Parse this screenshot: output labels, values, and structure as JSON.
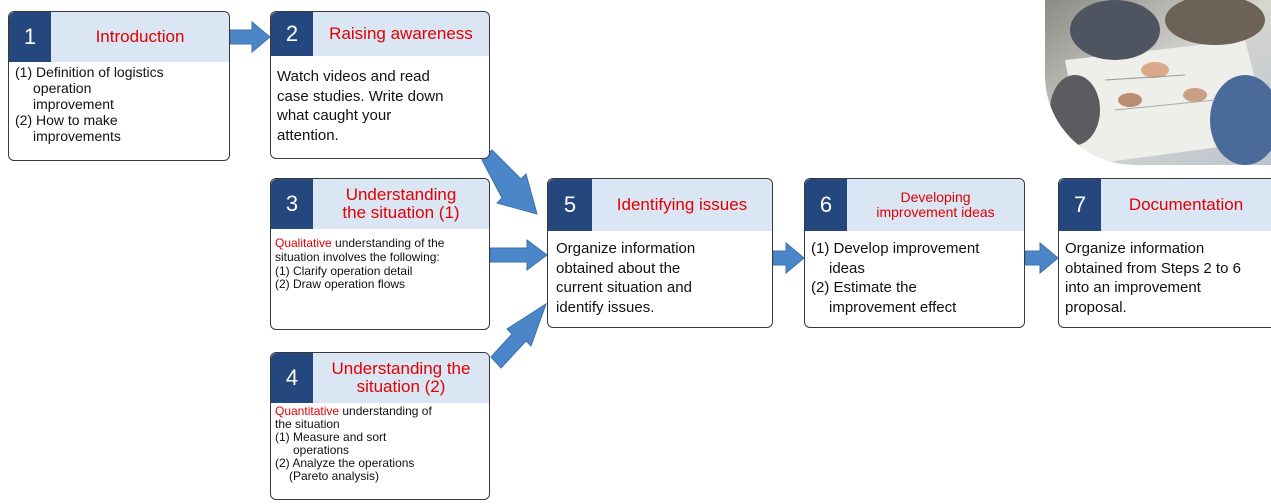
{
  "steps": [
    {
      "num": "1",
      "title": "Introduction",
      "body": [
        "(1) Definition of logistics",
        "operation",
        "improvement",
        "(2) How to make",
        "improvements"
      ]
    },
    {
      "num": "2",
      "title": "Raising awareness",
      "body": [
        "Watch videos and read",
        "case studies. Write down",
        "what caught your",
        "attention."
      ]
    },
    {
      "num": "3",
      "title_lines": [
        "Understanding",
        "the situation (1)"
      ],
      "lead_red": "Qualitative",
      "lead_rest": " understanding of the",
      "body": [
        "situation involves the following:",
        "(1) Clarify operation detail",
        "(2) Draw operation flows"
      ]
    },
    {
      "num": "4",
      "title_lines": [
        "Understanding the",
        "situation (2)"
      ],
      "lead_red": "Quantitative",
      "lead_rest": " understanding of",
      "body": [
        "the situation",
        "(1) Measure and sort",
        "operations",
        "(2) Analyze the operations",
        "(Pareto analysis)"
      ]
    },
    {
      "num": "5",
      "title": "Identifying issues",
      "body": [
        "Organize information",
        "obtained about the",
        "current situation and",
        "identify issues."
      ]
    },
    {
      "num": "6",
      "title_lines": [
        "Developing",
        "improvement ideas"
      ],
      "body": [
        "(1) Develop improvement",
        "ideas",
        "(2) Estimate the",
        "improvement effect"
      ]
    },
    {
      "num": "7",
      "title": "Documentation",
      "body": [
        "Organize information",
        "obtained from Steps 2 to 6",
        "into an improvement",
        "proposal."
      ]
    }
  ],
  "colors": {
    "number_bg": "#24477d",
    "title_bg": "#dbe6f5",
    "title_text": "#e00000",
    "arrow": "#4a86c8"
  }
}
